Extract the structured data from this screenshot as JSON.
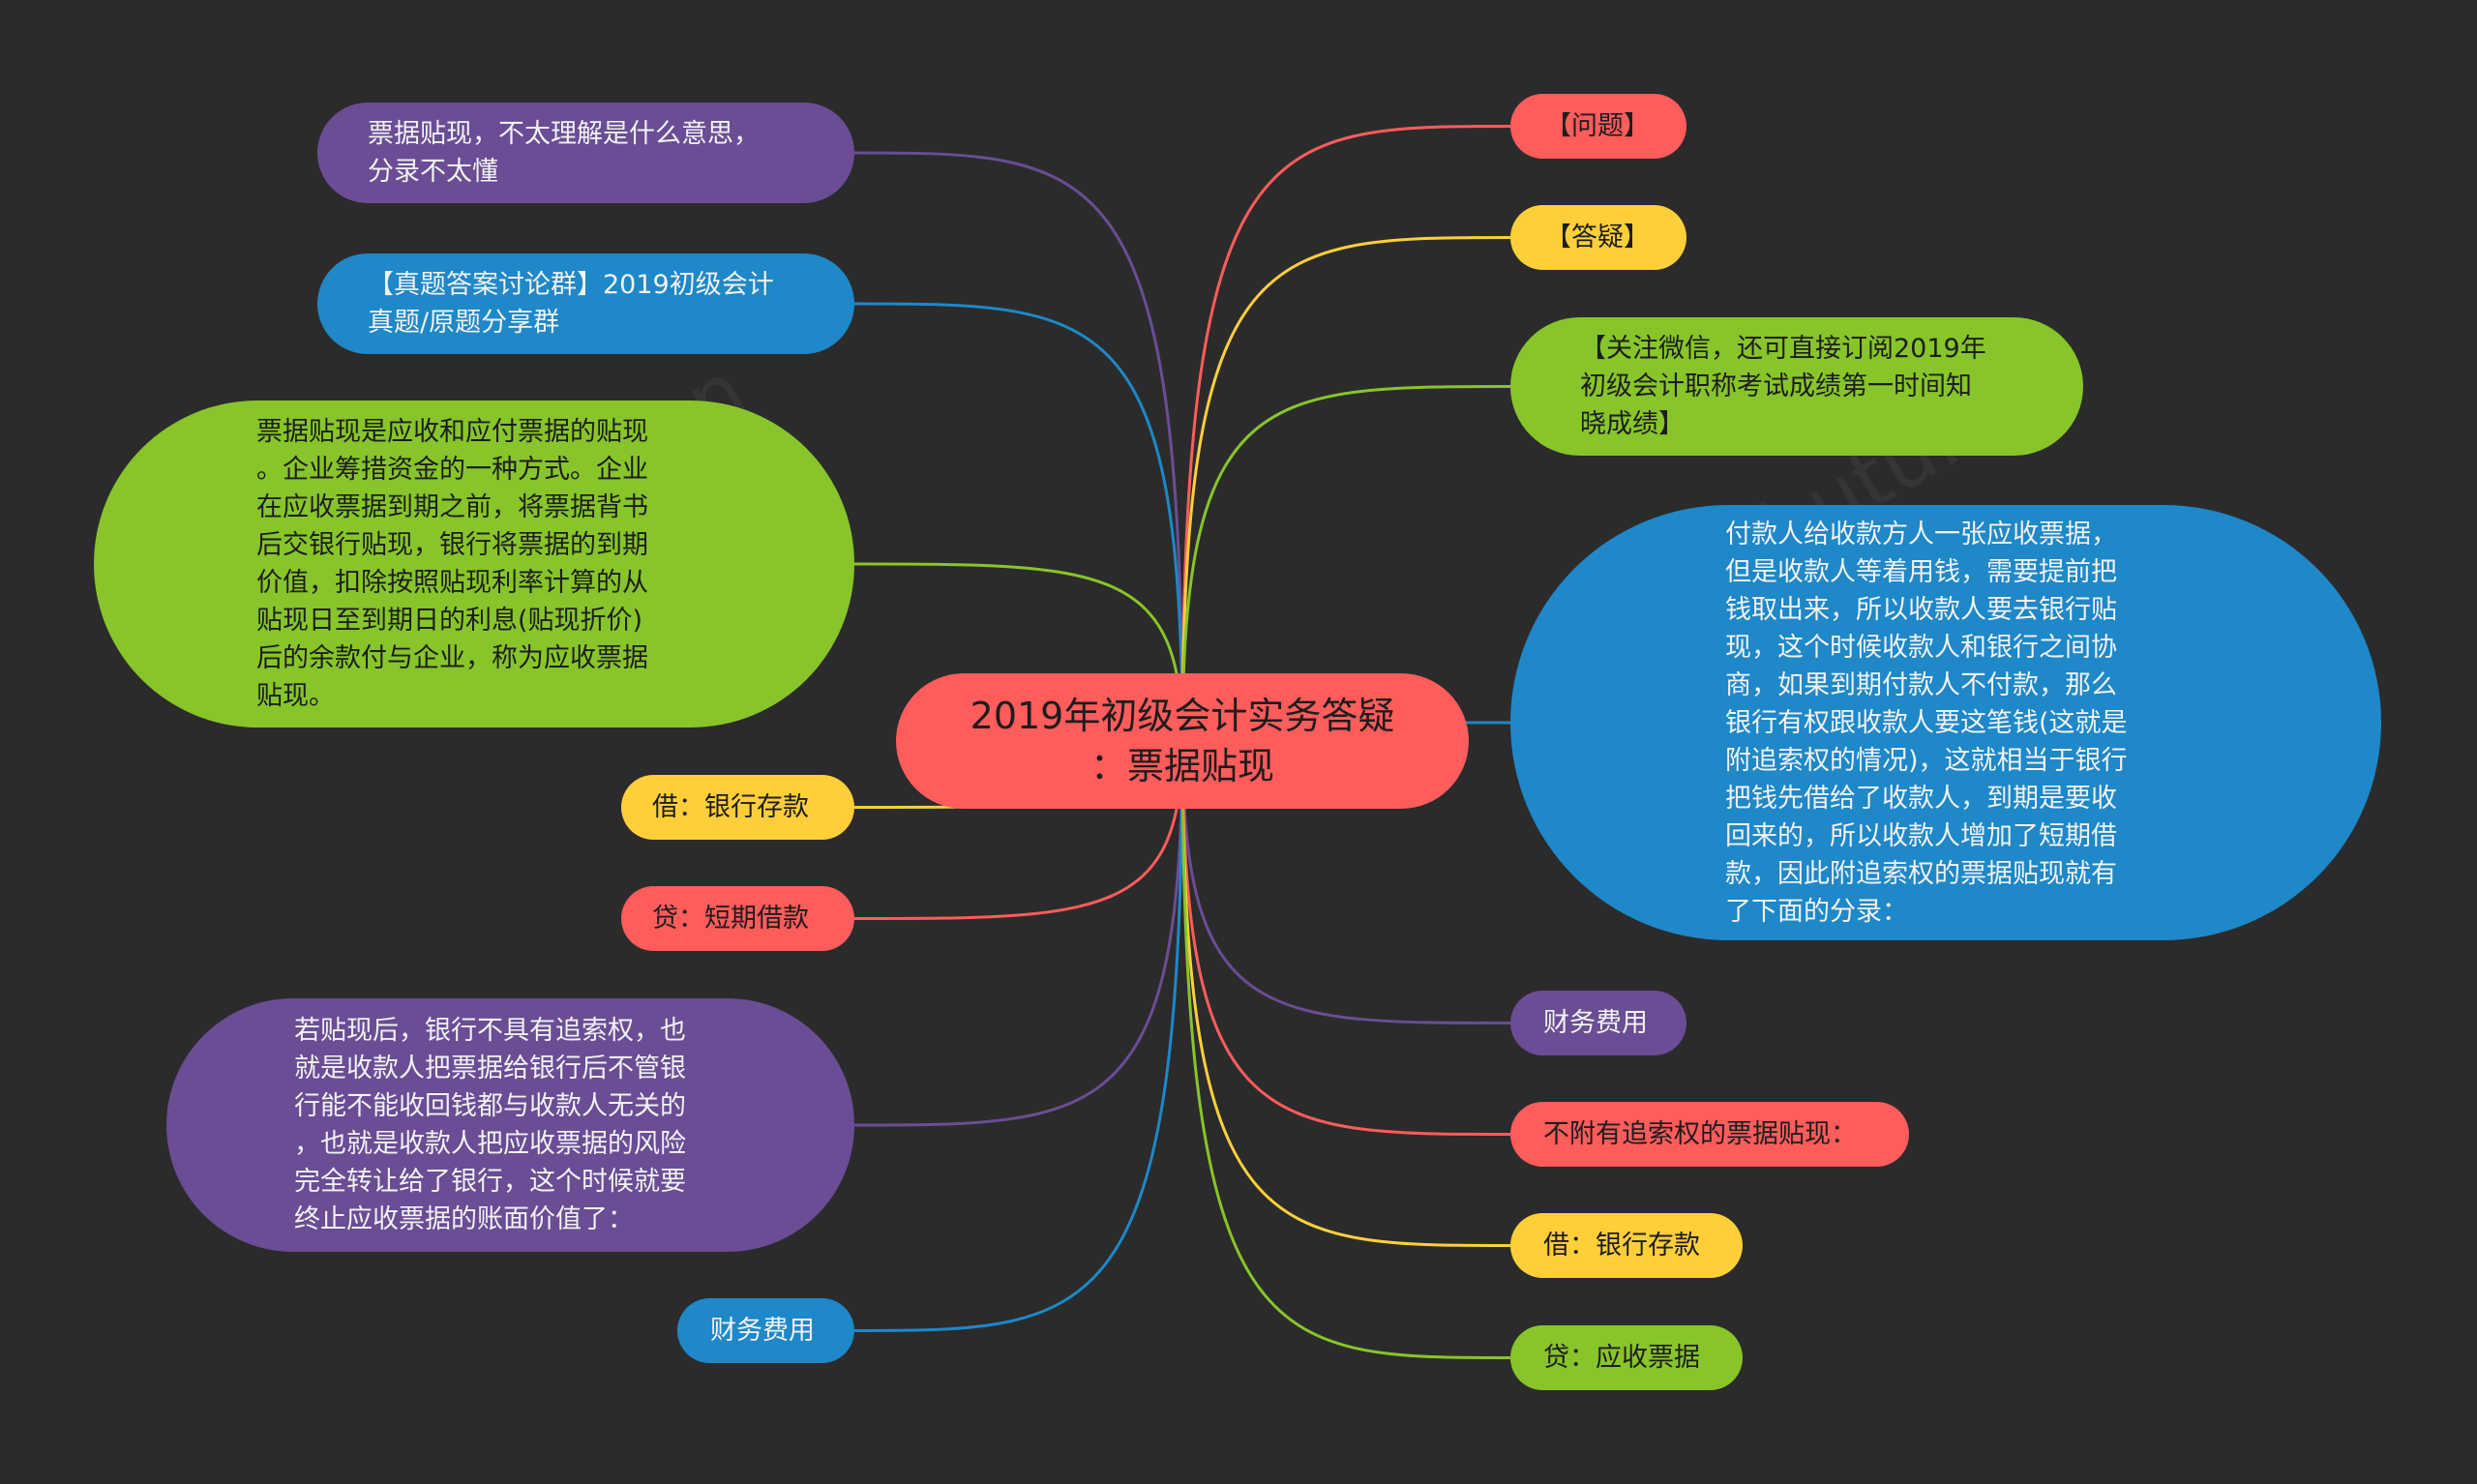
{
  "center": {
    "text": "2019年初级会计实务答疑\n：票据贴现",
    "color": "#ff5c5c"
  },
  "watermark": {
    "left": "树图 shutu.cn",
    "right": "树图 shutu.cn"
  },
  "nodes": [
    {
      "id": "l1",
      "side": "left",
      "color": "purple",
      "text": "票据贴现，不太理解是什么意思，\n分录不太懂"
    },
    {
      "id": "l2",
      "side": "left",
      "color": "blue",
      "text": "【真题答案讨论群】2019初级会计\n真题/原题分享群"
    },
    {
      "id": "l3",
      "side": "left",
      "color": "green",
      "text": "票据贴现是应收和应付票据的贴现\n。企业筹措资金的一种方式。企业\n在应收票据到期之前，将票据背书\n后交银行贴现，银行将票据的到期\n价值，扣除按照贴现利率计算的从\n贴现日至到期日的利息(贴现折价)\n后的余款付与企业，称为应收票据\n贴现。"
    },
    {
      "id": "l4",
      "side": "left",
      "color": "yellow",
      "text": "借：银行存款"
    },
    {
      "id": "l5",
      "side": "left",
      "color": "red",
      "text": "贷：短期借款"
    },
    {
      "id": "l6",
      "side": "left",
      "color": "purple",
      "text": "若贴现后，银行不具有追索权，也\n就是收款人把票据给银行后不管银\n行能不能收回钱都与收款人无关的\n，也就是收款人把应收票据的风险\n完全转让给了银行，这个时候就要\n终止应收票据的账面价值了："
    },
    {
      "id": "l7",
      "side": "left",
      "color": "blue",
      "text": "财务费用"
    },
    {
      "id": "r1",
      "side": "right",
      "color": "red",
      "text": "【问题】"
    },
    {
      "id": "r2",
      "side": "right",
      "color": "yellow",
      "text": "【答疑】"
    },
    {
      "id": "r3",
      "side": "right",
      "color": "green",
      "text": "【关注微信，还可直接订阅2019年\n初级会计职称考试成绩第一时间知\n晓成绩】"
    },
    {
      "id": "r4",
      "side": "right",
      "color": "blue",
      "text": "付款人给收款方人一张应收票据，\n但是收款人等着用钱，需要提前把\n钱取出来，所以收款人要去银行贴\n现，这个时候收款人和银行之间协\n商，如果到期付款人不付款，那么\n银行有权跟收款人要这笔钱(这就是\n附追索权的情况)，这就相当于银行\n把钱先借给了收款人，到期是要收\n回来的，所以收款人增加了短期借\n款，因此附追索权的票据贴现就有\n了下面的分录："
    },
    {
      "id": "r5",
      "side": "right",
      "color": "purple",
      "text": "财务费用"
    },
    {
      "id": "r6",
      "side": "right",
      "color": "red",
      "text": "不附有追索权的票据贴现："
    },
    {
      "id": "r7",
      "side": "right",
      "color": "yellow",
      "text": "借：银行存款"
    },
    {
      "id": "r8",
      "side": "right",
      "color": "green",
      "text": "贷：应收票据"
    }
  ],
  "palette": {
    "red": "#ff5c5c",
    "yellow": "#ffcf3a",
    "green": "#87c52a",
    "blue": "#1e88c8",
    "purple": "#6a4d95"
  }
}
